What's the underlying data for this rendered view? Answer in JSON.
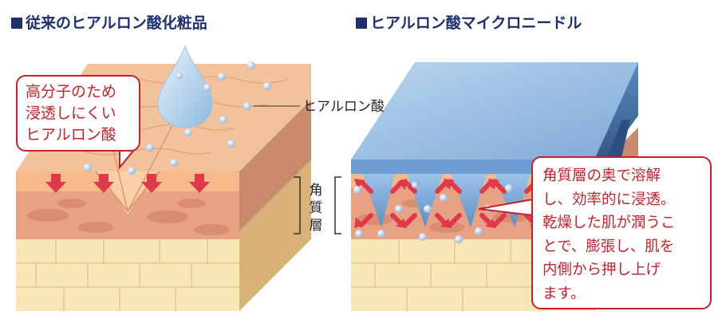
{
  "left_panel": {
    "title": "従来のヒアルロン酸化粧品",
    "callout": [
      "高分子のため",
      "浸透しにくい",
      "ヒアルロン酸"
    ]
  },
  "right_panel": {
    "title": "ヒアルロン酸マイクロニードル",
    "callout": [
      "角質層の奥で溶解",
      "し、効率的に浸透。",
      "乾燥した肌が潤うこ",
      "とで、膨張し、肌を",
      "内側から押し上げ",
      "ます。"
    ]
  },
  "labels": {
    "hyaluronic_acid": "ヒアルロン酸",
    "stratum_corneum": [
      "角",
      "質",
      "層"
    ]
  },
  "colors": {
    "title": "#1e2f6e",
    "callout_red": "#c7202a",
    "arrow_red": "#e03a4a",
    "skin_surface": "#f2c39a",
    "skin_mid": "#e39d7c",
    "fat_layer": "#f8e6b6",
    "needle_blue": "#8fb9e3"
  }
}
